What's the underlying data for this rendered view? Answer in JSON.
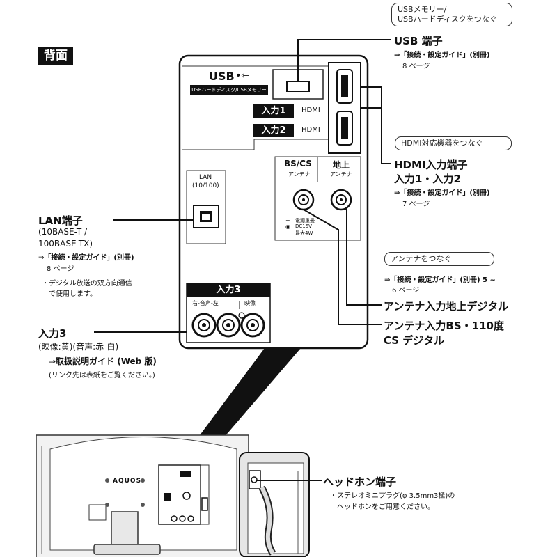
{
  "section_title": "背面",
  "panel": {
    "usb_label": "USB",
    "usb_sub": "USBハードディスク/USBメモリー用",
    "input1": "入力1",
    "input2": "入力2",
    "hdmi": "HDMI",
    "bs_cs": "BS/CS",
    "chijo": "地上",
    "antenna": "アンテナ",
    "power_note": [
      "電源重畳",
      "DC15V",
      "最大4W"
    ],
    "lan": "LAN",
    "lan_speed": "(10/100)",
    "input3": "入力3",
    "audio_video": "右-音声-左",
    "video": "映像"
  },
  "callouts": {
    "usb": [
      "USBメモリー/",
      "USBハードディスクをつなぐ"
    ],
    "hdmi": "HDMI対応機器をつなぐ",
    "antenna": "アンテナをつなぐ"
  },
  "labels": {
    "usb_title": "USB 端子",
    "usb_ref": "⇒「接続・設定ガイド」(別冊)",
    "usb_page": "8 ページ",
    "hdmi_title1": "HDMI入力端子",
    "hdmi_title2": "入力1・入力2",
    "hdmi_ref": "⇒「接続・設定ガイド」(別冊)",
    "hdmi_page": "7 ページ",
    "lan_title": "LAN端子",
    "lan_spec1": "(10BASE-T /",
    "lan_spec2": "100BASE-TX)",
    "lan_ref": "⇒「接続・設定ガイド」(別冊)",
    "lan_page": "8 ページ",
    "lan_note1": "・デジタル放送の双方向通信",
    "lan_note2": "で使用します。",
    "ant_ref": "⇒「接続・設定ガイド」(別冊) 5 ~",
    "ant_page": "6 ページ",
    "ant_chijo": "アンテナ入力地上デジタル",
    "ant_bs1": "アンテナ入力BS・110度",
    "ant_bs2": "CS デジタル",
    "in3_title": "入力3",
    "in3_spec": "(映像:黄)(音声:赤-白)",
    "in3_ref": "⇒取扱説明ガイド (Web 版)",
    "in3_note": "(リンク先は表紙をご覧ください。)",
    "hp_title": "ヘッドホン端子",
    "hp_note1": "・ステレオミニプラグ(φ 3.5mm3極)の",
    "hp_note2": "ヘッドホンをご用意ください。",
    "tv_logo": "AQUOS"
  }
}
